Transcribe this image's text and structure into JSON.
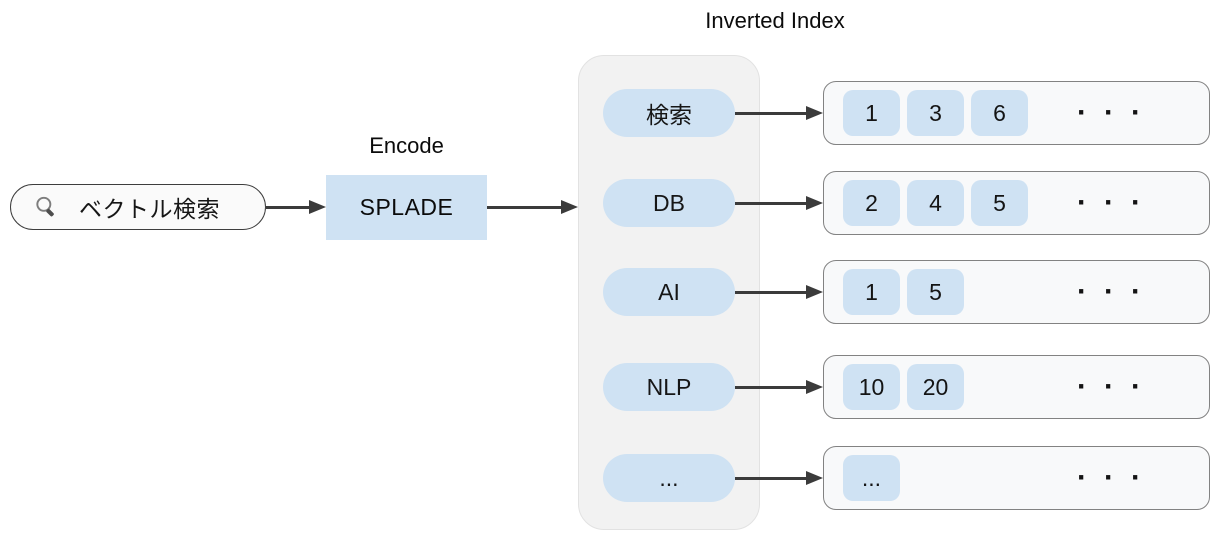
{
  "diagram": {
    "title": "Inverted Index",
    "search_box": {
      "text": "ベクトル検索"
    },
    "encoder": {
      "label": "Encode",
      "name": "SPLADE"
    },
    "index": {
      "terms": [
        {
          "label": "検索",
          "postings": [
            "1",
            "3",
            "6"
          ]
        },
        {
          "label": "DB",
          "postings": [
            "2",
            "4",
            "5"
          ]
        },
        {
          "label": "AI",
          "postings": [
            "1",
            "5"
          ]
        },
        {
          "label": "NLP",
          "postings": [
            "10",
            "20"
          ]
        },
        {
          "label": "...",
          "postings": [
            "..."
          ]
        }
      ],
      "row_ellipsis": "···"
    },
    "colors": {
      "accent_blue": "#cfe2f3",
      "container_gray": "#f2f2f2",
      "row_background": "#f8f9fa",
      "arrow": "#3b3b3b"
    }
  }
}
